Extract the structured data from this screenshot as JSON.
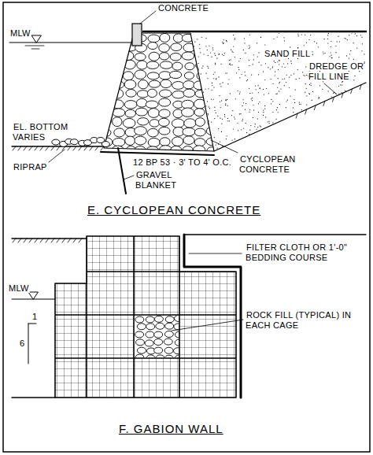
{
  "diagram": {
    "labels": [
      "CONCRETE",
      "MLW",
      "SAND FILL",
      "DREDGE OR FILL LINE",
      "CYCLOPEAN CONCRETE",
      "EL. BOTTOM VARIES",
      "RIPRAP",
      "12 BP 53 · 3' TO 4' O.C.",
      "GRAVEL BLANKET",
      "E. CYCLOPEAN CONCRETE",
      "MLW",
      "FILTER CLOTH OR 1'-0\" BEDDING COURSE",
      "ROCK FILL (TYPICAL) IN EACH CAGE",
      "1",
      "6",
      "F. GABION WALL"
    ]
  }
}
